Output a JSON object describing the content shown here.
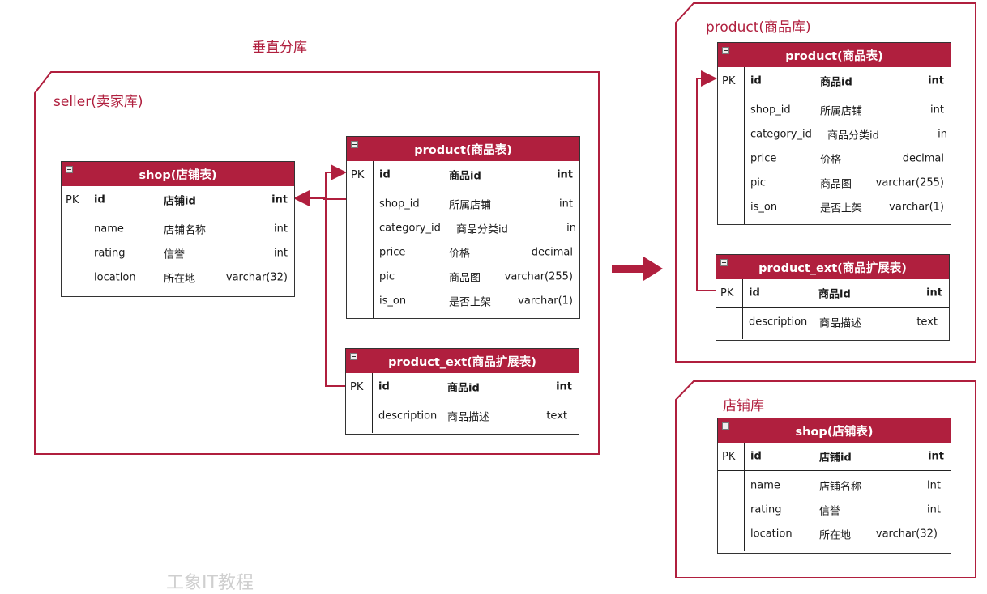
{
  "title": "垂直分库",
  "packages": {
    "seller": "seller(卖家库)",
    "product_db": "product(商品库)",
    "shop_db": "店铺库"
  },
  "entities": {
    "left_shop": {
      "title": "shop(店铺表)",
      "pk": {
        "key": "PK",
        "name": "id",
        "desc": "店铺id",
        "type": "int"
      },
      "fields": [
        {
          "name": "name",
          "desc": "店铺名称",
          "type": "int"
        },
        {
          "name": "rating",
          "desc": "信誉",
          "type": "int"
        },
        {
          "name": "location",
          "desc": "所在地",
          "type": "varchar(32)"
        }
      ]
    },
    "left_product": {
      "title": "product(商品表)",
      "pk": {
        "key": "PK",
        "name": "id",
        "desc": "商品id",
        "type": "int"
      },
      "fields": [
        {
          "name": "shop_id",
          "desc": "所属店铺",
          "type": "int"
        },
        {
          "name": "category_id",
          "desc": "商品分类id",
          "type": "in"
        },
        {
          "name": "price",
          "desc": "价格",
          "type": "decimal"
        },
        {
          "name": "pic",
          "desc": "商品图",
          "type": "varchar(255)"
        },
        {
          "name": "is_on",
          "desc": "是否上架",
          "type": "varchar(1)"
        }
      ]
    },
    "left_product_ext": {
      "title": "product_ext(商品扩展表)",
      "pk": {
        "key": "PK",
        "name": "id",
        "desc": "商品id",
        "type": "int"
      },
      "fields": [
        {
          "name": "description",
          "desc": "商品描述",
          "type": "text"
        }
      ]
    },
    "right_product": {
      "title": "product(商品表)",
      "pk": {
        "key": "PK",
        "name": "id",
        "desc": "商品id",
        "type": "int"
      },
      "fields": [
        {
          "name": "shop_id",
          "desc": "所属店铺",
          "type": "int"
        },
        {
          "name": "category_id",
          "desc": "商品分类id",
          "type": "in"
        },
        {
          "name": "price",
          "desc": "价格",
          "type": "decimal"
        },
        {
          "name": "pic",
          "desc": "商品图",
          "type": "varchar(255)"
        },
        {
          "name": "is_on",
          "desc": "是否上架",
          "type": "varchar(1)"
        }
      ]
    },
    "right_product_ext": {
      "title": "product_ext(商品扩展表)",
      "pk": {
        "key": "PK",
        "name": "id",
        "desc": "商品id",
        "type": "int"
      },
      "fields": [
        {
          "name": "description",
          "desc": "商品描述",
          "type": "text"
        }
      ]
    },
    "right_shop": {
      "title": "shop(店铺表)",
      "pk": {
        "key": "PK",
        "name": "id",
        "desc": "店铺id",
        "type": "int"
      },
      "fields": [
        {
          "name": "name",
          "desc": "店铺名称",
          "type": "int"
        },
        {
          "name": "rating",
          "desc": "信誉",
          "type": "int"
        },
        {
          "name": "location",
          "desc": "所在地",
          "type": "varchar(32)"
        }
      ]
    }
  },
  "watermark": "工象IT教程",
  "colors": {
    "accent": "#b01f3e",
    "line": "#333333"
  }
}
